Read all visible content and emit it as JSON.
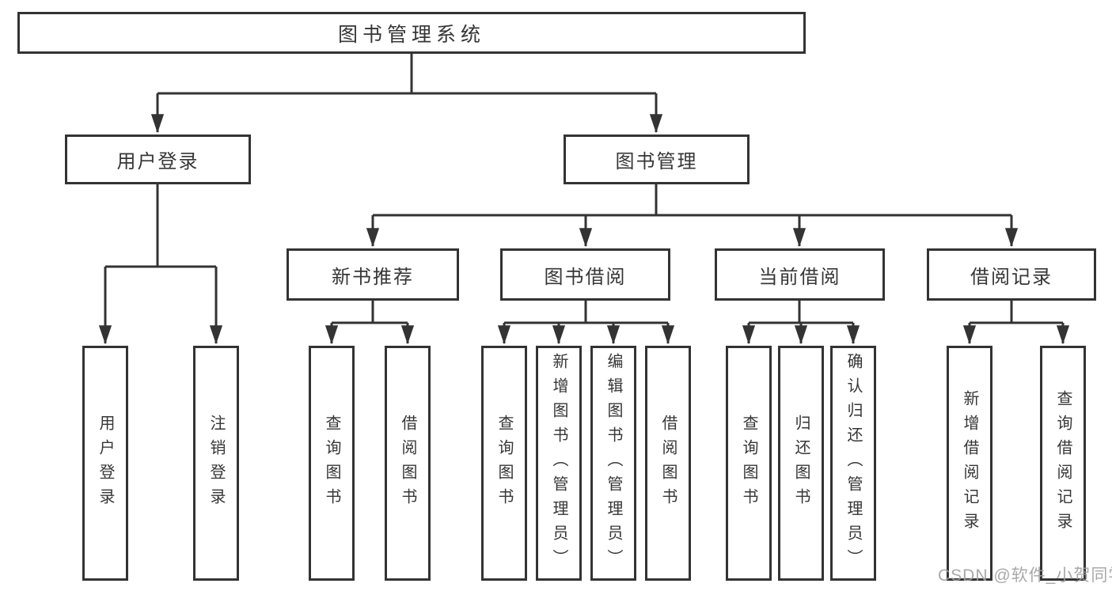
{
  "tree": {
    "root": {
      "label": "图书管理系统"
    },
    "children": [
      {
        "label": "用户登录",
        "children": [
          {
            "label": "用户登录"
          },
          {
            "label": "注销登录"
          }
        ]
      },
      {
        "label": "图书管理",
        "children": [
          {
            "label": "新书推荐",
            "children": [
              {
                "label": "查询图书"
              },
              {
                "label": "借阅图书"
              }
            ]
          },
          {
            "label": "图书借阅",
            "children": [
              {
                "label": "查询图书"
              },
              {
                "label": "新增图书（管理员）"
              },
              {
                "label": "编辑图书（管理员）"
              },
              {
                "label": "借阅图书"
              }
            ]
          },
          {
            "label": "当前借阅",
            "children": [
              {
                "label": "查询图书"
              },
              {
                "label": "归还图书"
              },
              {
                "label": "确认归还（管理员）"
              }
            ]
          },
          {
            "label": "借阅记录",
            "children": [
              {
                "label": "新增借阅记录"
              },
              {
                "label": "查询借阅记录"
              }
            ]
          }
        ]
      }
    ]
  },
  "watermark": {
    "text": "CSDN @软件_小贺同学"
  },
  "colors": {
    "line": "#333333",
    "box_border": "#333333",
    "text": "#363636",
    "watermark": "#9e9e9e",
    "background": "#ffffff"
  }
}
